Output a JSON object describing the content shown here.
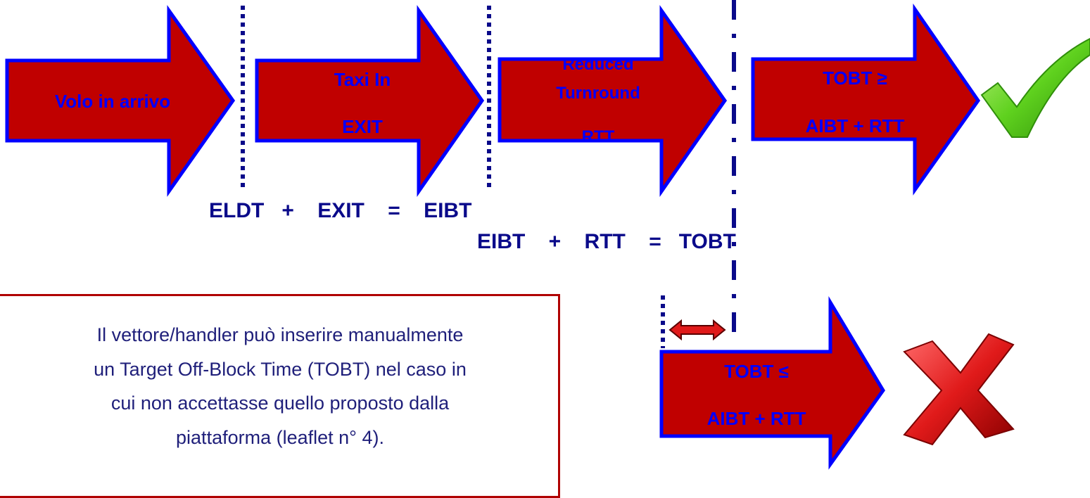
{
  "colors": {
    "arrow_fill": "#c00000",
    "arrow_border": "#0000ff",
    "label": "#0000ff",
    "divider": "#0a0a8a",
    "note_border": "#b00000",
    "check": "#5fd11e",
    "cross": "#e01a1a"
  },
  "arrows": {
    "volo": {
      "label": "Volo in arrivo"
    },
    "taxi": {
      "line1": "Taxi In",
      "line2": "EXIT"
    },
    "turnround": {
      "line1": "Reduced",
      "line2": "Turnround",
      "line3": "RTT"
    },
    "tobt_ok": {
      "line1": "TOBT ≥",
      "line2": "AIBT + RTT"
    },
    "tobt_ko": {
      "line1": "TOBT ≤",
      "line2": "AIBT + RTT"
    }
  },
  "formulas": {
    "line1": "ELDT   +    EXIT    =    EIBT",
    "line2": "EIBT    +    RTT    =   TOBT"
  },
  "note": {
    "text": "Il vettore/handler può inserire manualmente un Target Off-Block Time (TOBT) nel caso in cui non accettasse quello proposto dalla piattaforma (leaflet n° 4)."
  },
  "icons": {
    "success": "check-mark-icon",
    "failure": "cross-mark-icon",
    "gap": "double-headed-arrow-icon"
  }
}
